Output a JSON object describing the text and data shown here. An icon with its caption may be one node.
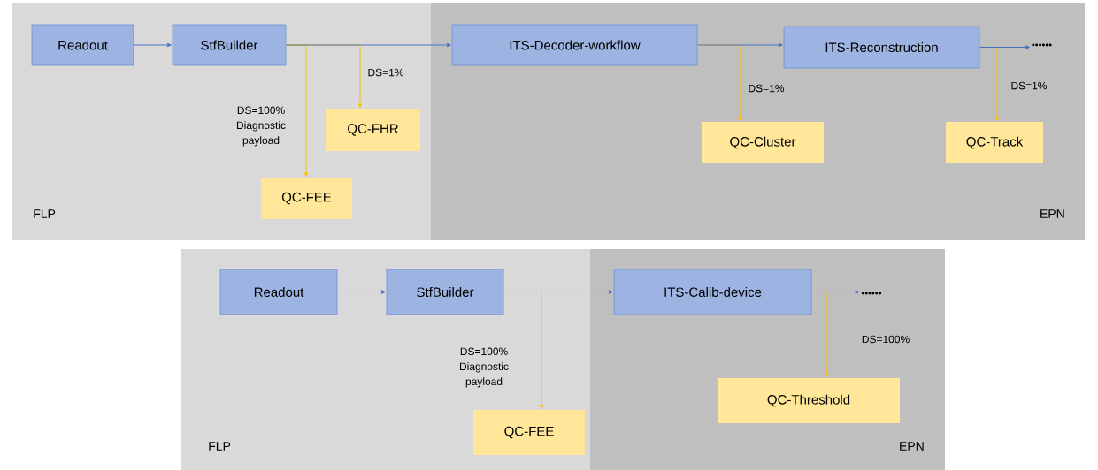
{
  "diagram": {
    "nodes": [
      {
        "text": [
          "FLP"
        ]
      },
      {
        "text": [
          "Readout"
        ],
        "in": 0
      },
      {
        "text": [
          "StfBuilder"
        ],
        "in": 0
      },
      {
        "text": [
          "QC-FHR"
        ],
        "in": 0
      },
      {
        "text": [
          "QC-FEE"
        ],
        "in": 0
      },
      {
        "text": [
          "EPN"
        ]
      },
      {
        "text": [
          "ITS-Decoder-workflow"
        ],
        "in": 5
      },
      {
        "text": [
          "ITS-Reconstruction"
        ],
        "in": 5
      },
      {
        "text": [
          "••••••"
        ],
        "in": 5
      },
      {
        "text": [
          "QC-Cluster"
        ],
        "in": 5
      },
      {
        "text": [
          "QC-Track"
        ],
        "in": 5
      },
      {
        "text": [
          "FLP"
        ]
      },
      {
        "text": [
          "Readout"
        ],
        "in": 11
      },
      {
        "text": [
          "StfBuilder"
        ],
        "in": 11
      },
      {
        "text": [
          "QC-FEE"
        ],
        "in": 11
      },
      {
        "text": [
          "EPN"
        ]
      },
      {
        "text": [
          "ITS-Calib-device"
        ],
        "in": 15
      },
      {
        "text": [
          "••••••"
        ],
        "in": 15
      },
      {
        "text": [
          "QC-Threshold"
        ],
        "in": 15
      }
    ],
    "edges": [
      {
        "from": 1,
        "to": 2,
        "arrow": "to"
      },
      {
        "from": 2,
        "to": 6,
        "arrow": "to"
      },
      {
        "from": 2,
        "to": 4,
        "arrow": "to",
        "label": "DS=100% Diagnostic payload",
        "color": "#ffc000"
      },
      {
        "from": 2,
        "to": 3,
        "arrow": "to",
        "label": "DS=1%",
        "color": "#ffc000"
      },
      {
        "from": 6,
        "to": 7,
        "arrow": "to"
      },
      {
        "from": 6,
        "to": 9,
        "arrow": "to",
        "label": "DS=1%",
        "color": "#ffc000"
      },
      {
        "from": 7,
        "to": 8,
        "arrow": "to"
      },
      {
        "from": 7,
        "to": 10,
        "arrow": "to",
        "label": "DS=1%",
        "color": "#ffc000"
      },
      {
        "from": 12,
        "to": 13,
        "arrow": "to"
      },
      {
        "from": 13,
        "to": 16,
        "arrow": "to"
      },
      {
        "from": 13,
        "to": 14,
        "arrow": "to",
        "label": "DS=100% Diagnostic payload",
        "color": "#ffc000"
      },
      {
        "from": 16,
        "to": 17,
        "arrow": "to"
      },
      {
        "from": 16,
        "to": 18,
        "arrow": "to",
        "label": "DS=100%",
        "color": "#ffc000"
      }
    ]
  }
}
